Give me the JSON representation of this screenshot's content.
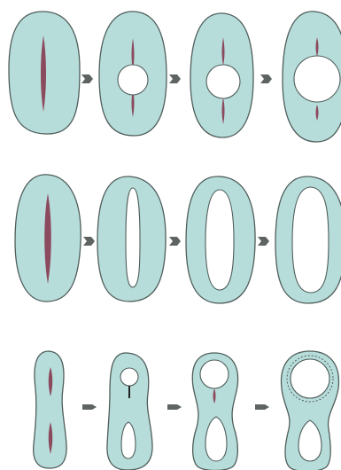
{
  "colors": {
    "background": "#ffffff",
    "cell_fill": "#b7dddb",
    "cell_stroke": "#4f5e5b",
    "slit_fill": "#8b4a5e",
    "hole_fill": "#ffffff",
    "arrow_fill": "#5d6461"
  },
  "rows": [
    {
      "id": "row-1",
      "stages": [
        {
          "slit_visible": true,
          "hole": "none"
        },
        {
          "slit_visible": true,
          "hole": "small-circle"
        },
        {
          "slit_visible": true,
          "hole": "medium-circle"
        },
        {
          "slit_visible": true,
          "hole": "large-circle"
        }
      ],
      "arrows": 3
    },
    {
      "id": "row-2",
      "stages": [
        {
          "slit_visible": true,
          "hole": "none"
        },
        {
          "slit_visible": false,
          "hole": "narrow-slot"
        },
        {
          "slit_visible": false,
          "hole": "medium-slot"
        },
        {
          "slit_visible": false,
          "hole": "wide-slot"
        }
      ],
      "arrows": 3
    },
    {
      "id": "row-3",
      "stages": [
        {
          "slit_visible": true,
          "hole": "two-slits"
        },
        {
          "slit_visible": false,
          "hole": "pore-and-lower-slot"
        },
        {
          "slit_visible": true,
          "hole": "pore-and-lower-slot"
        },
        {
          "slit_visible": false,
          "hole": "large-pore-and-lower-slot"
        }
      ],
      "arrows": 3
    }
  ]
}
